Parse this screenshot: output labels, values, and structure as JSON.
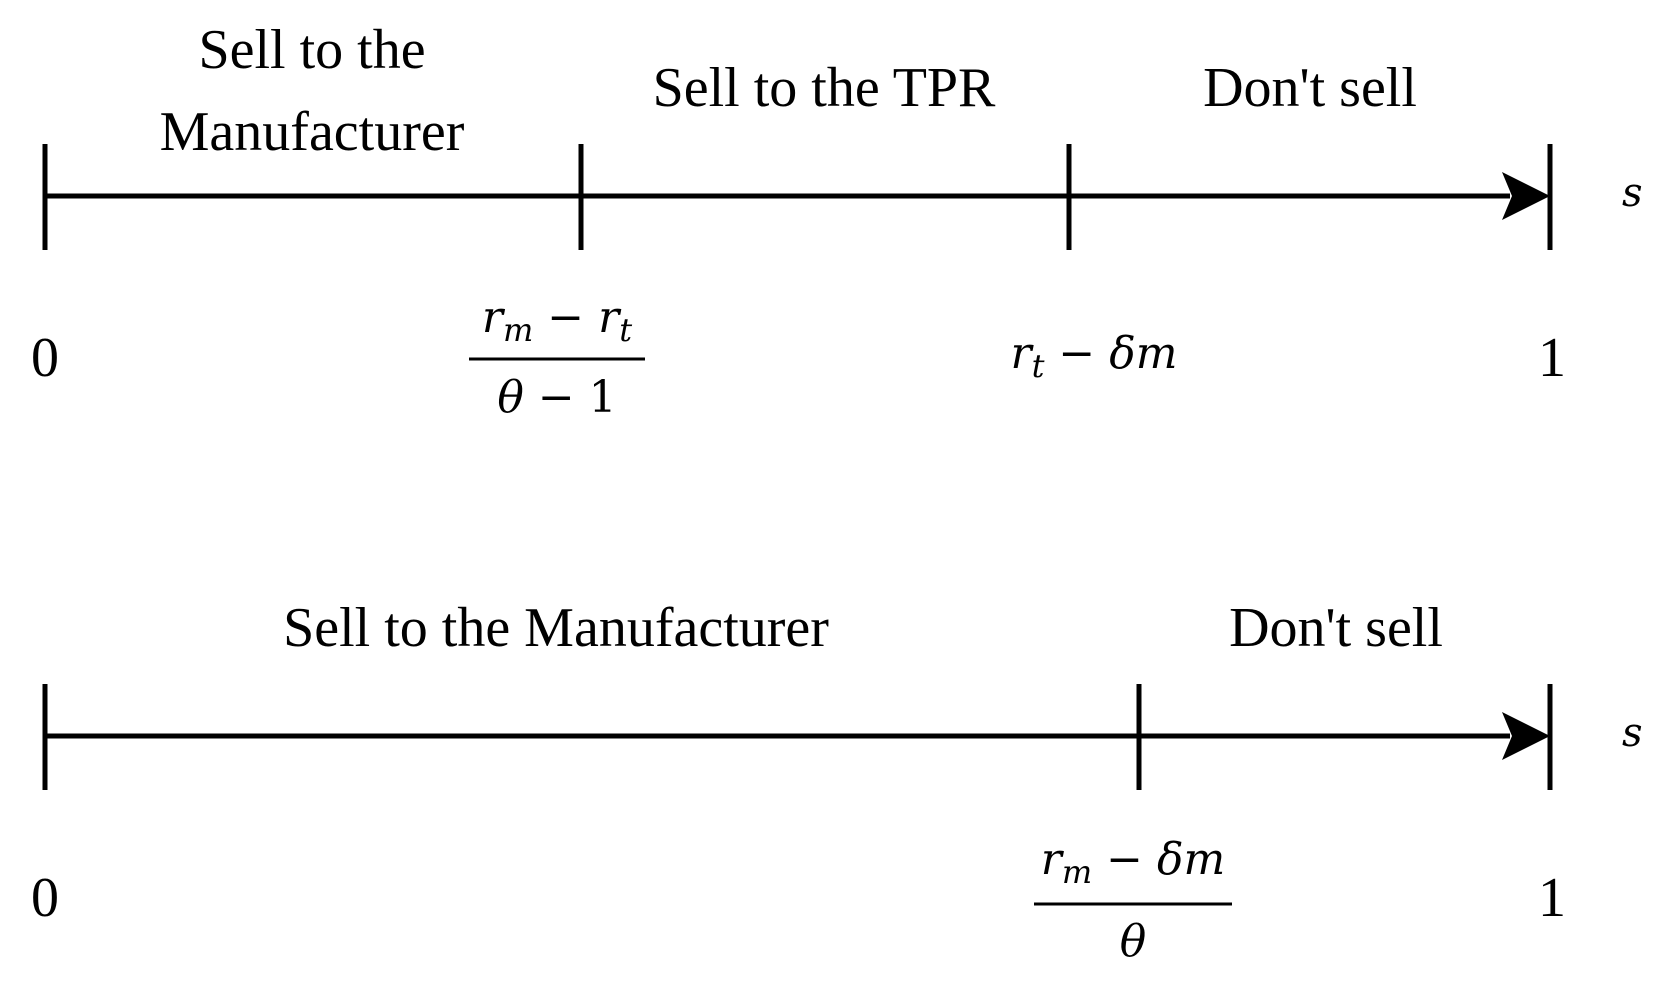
{
  "diagram": {
    "top": {
      "regions": [
        {
          "lines": [
            "Sell to the",
            "Manufacturer"
          ]
        },
        {
          "lines": [
            "Sell to the TPR"
          ]
        },
        {
          "lines": [
            "Don't sell"
          ]
        }
      ],
      "start_label": "0",
      "end_label": "1",
      "axis_variable": "s",
      "threshold_1": {
        "numerator": "r_m − r_t",
        "denominator": "θ − 1"
      },
      "threshold_2": {
        "expression": "r_t − δm"
      }
    },
    "bottom": {
      "regions": [
        {
          "lines": [
            "Sell to the Manufacturer"
          ]
        },
        {
          "lines": [
            "Don't sell"
          ]
        }
      ],
      "start_label": "0",
      "end_label": "1",
      "axis_variable": "s",
      "threshold_1": {
        "numerator": "r_m − δm",
        "denominator": "θ"
      }
    }
  }
}
